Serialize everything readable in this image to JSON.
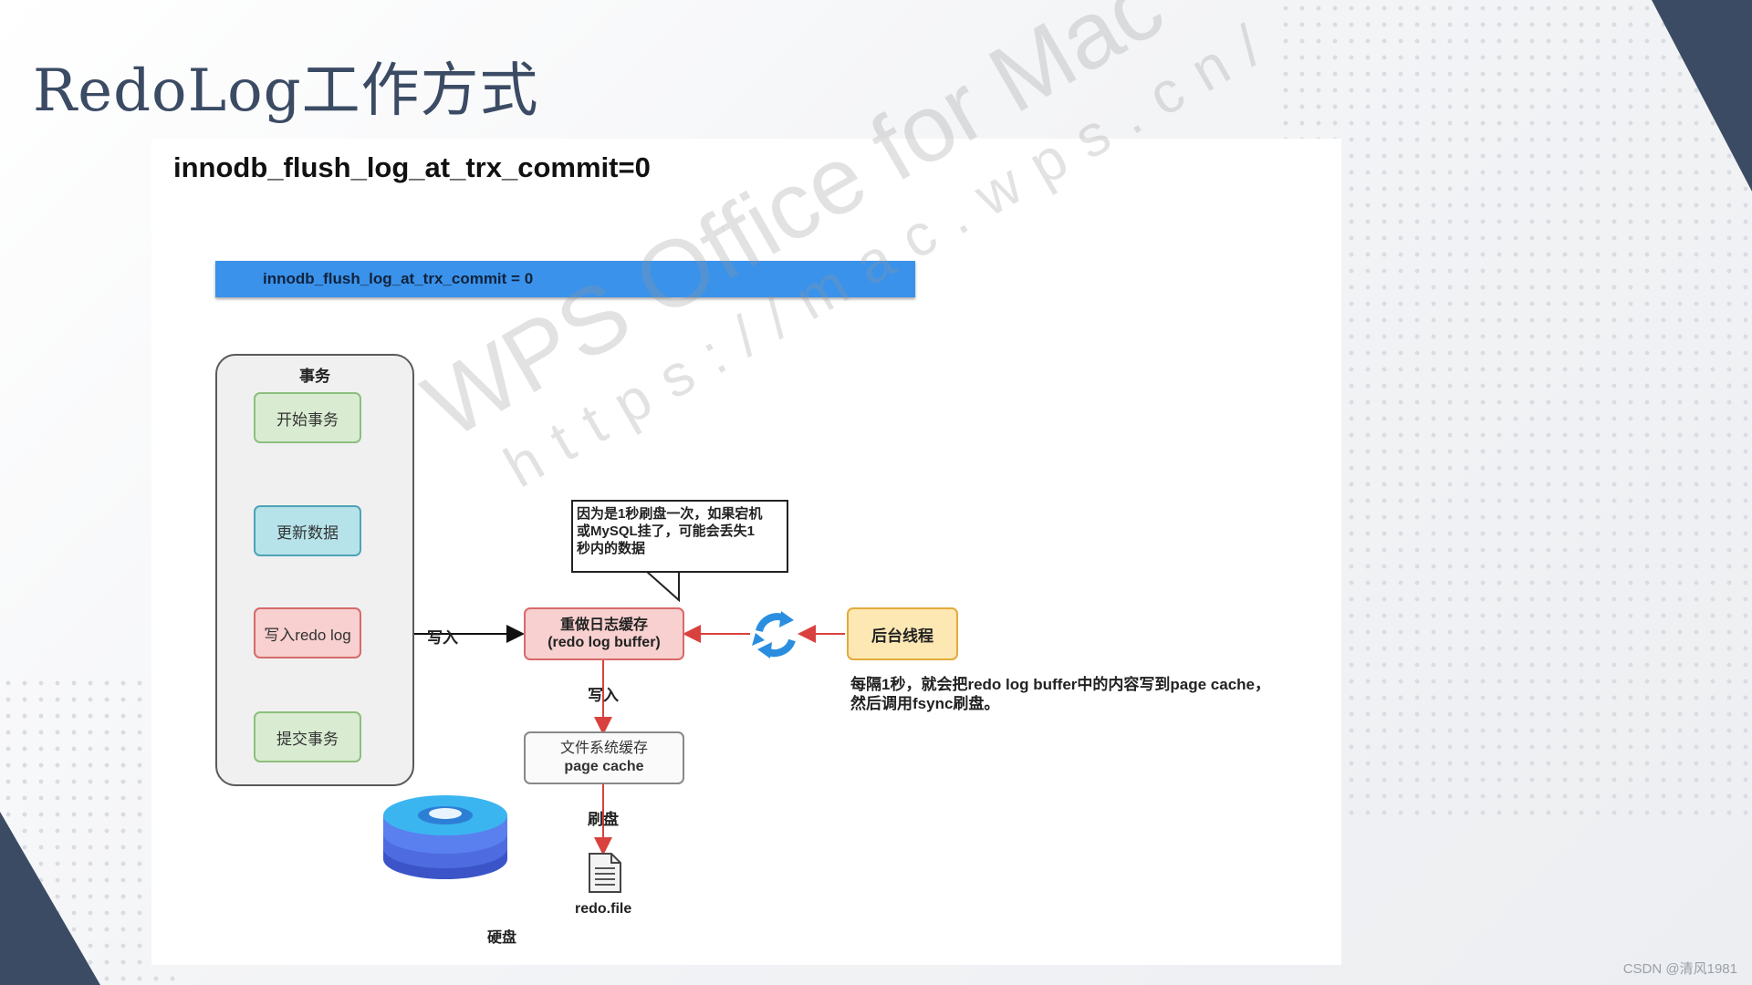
{
  "slide": {
    "title": "RedoLog工作方式"
  },
  "panel": {
    "heading": "innodb_flush_log_at_trx_commit=0",
    "bar_label": "innodb_flush_log_at_trx_commit = 0"
  },
  "transaction": {
    "title": "事务",
    "steps": [
      "开始事务",
      "更新数据",
      "写入redo log",
      "提交事务"
    ]
  },
  "flow": {
    "write_label_1": "写入",
    "redo_buffer_line1": "重做日志缓存",
    "redo_buffer_line2": "(redo log buffer)",
    "write_label_2": "写入",
    "page_cache_line1": "文件系统缓存",
    "page_cache_line2": "page cache",
    "flush_label": "刷盘",
    "background_thread": "后台线程",
    "redo_file": "redo.file",
    "disk": "硬盘"
  },
  "callout": {
    "lines": [
      "因为是1秒刷盘一次，如果宕机",
      "或MySQL挂了，可能会丢失1",
      "秒内的数据"
    ]
  },
  "note": {
    "lines": [
      "每隔1秒，就会把redo log buffer中的内容写到page cache，",
      "然后调用fsync刷盘。"
    ]
  },
  "watermark": {
    "line1": "WPS Office for Mac",
    "line2": "https://mac.wps.cn/"
  },
  "credit": "CSDN @清风1981",
  "colors": {
    "accent_bar": "#3a92ea",
    "corner": "#3b4b64",
    "arrow_red": "#d9413e"
  }
}
